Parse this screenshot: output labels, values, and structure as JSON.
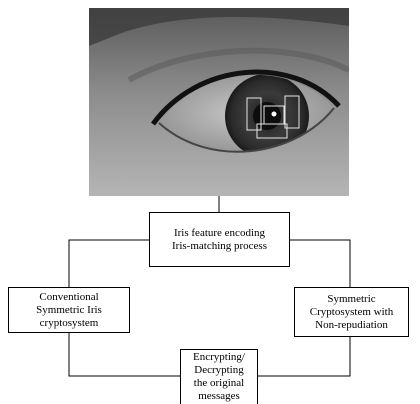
{
  "diagram": {
    "top_box": {
      "lines": [
        "Iris feature encoding",
        "Iris-matching process"
      ]
    },
    "left_box": {
      "lines": [
        "Conventional",
        "Symmetric Iris",
        "cryptosystem"
      ]
    },
    "right_box": {
      "lines": [
        "Symmetric",
        "Cryptosystem with",
        "Non-repudiation"
      ]
    },
    "bottom_box": {
      "lines": [
        "Encrypting/",
        "Decrypting",
        "the original",
        "messages"
      ]
    }
  },
  "photo": {
    "icon": "eye-photo",
    "overlay_boxes": 4
  }
}
